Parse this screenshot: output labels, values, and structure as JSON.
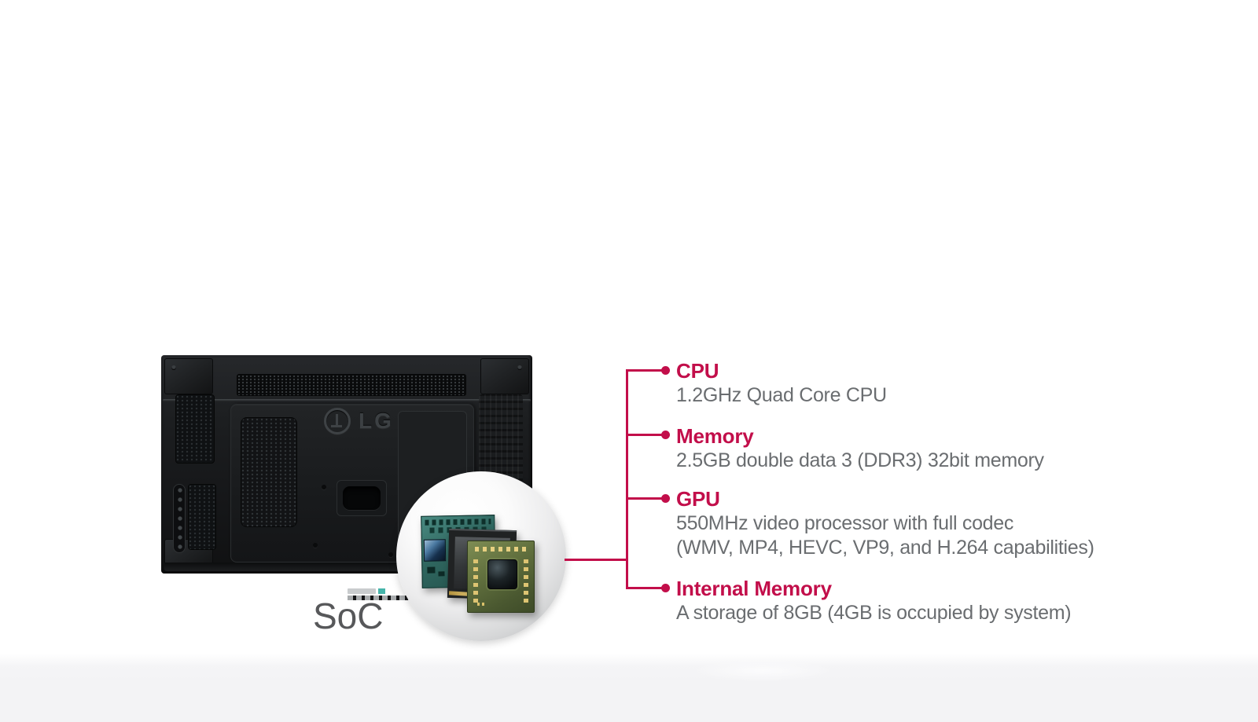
{
  "colors": {
    "accent": "#c20e4a",
    "body_text": "#6a6d70",
    "device_label_text": "#57585a",
    "footer_band": "#f3f3f5"
  },
  "figure": {
    "device_label": "SoC",
    "device_logo": "LG",
    "sections": [
      {
        "title": "CPU",
        "lines": [
          "1.2GHz Quad Core CPU"
        ]
      },
      {
        "title": "Memory",
        "lines": [
          "2.5GB double data 3 (DDR3) 32bit memory"
        ]
      },
      {
        "title": "GPU",
        "lines": [
          "550MHz video processor with full codec",
          "(WMV, MP4, HEVC, VP9, and H.264 capabilities)"
        ]
      },
      {
        "title": "Internal Memory",
        "lines": [
          "A storage of 8GB (4GB is occupied by system)"
        ]
      }
    ]
  }
}
